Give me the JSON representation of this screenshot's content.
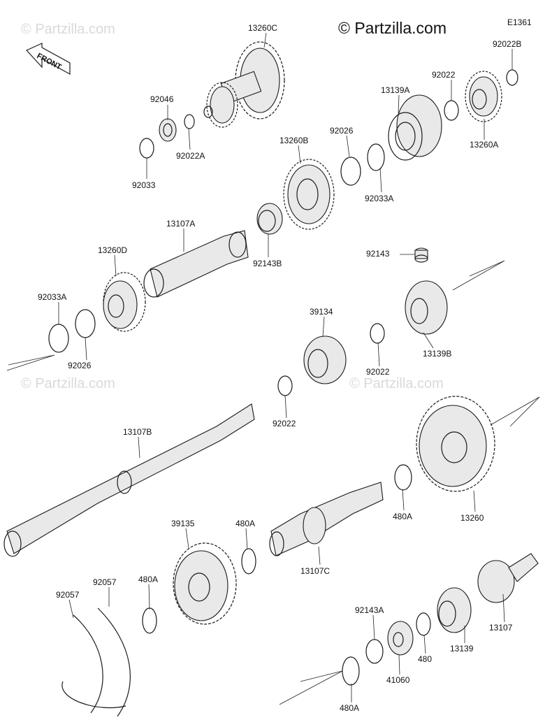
{
  "header": {
    "logo_text": "© Partzilla.com",
    "watermark_text": "© Partzilla.com",
    "diagram_code": "E1361",
    "front_label": "FRONT"
  },
  "parts": [
    {
      "id": "13260C"
    },
    {
      "id": "92046"
    },
    {
      "id": "92022A"
    },
    {
      "id": "92033"
    },
    {
      "id": "13139A"
    },
    {
      "id": "92022"
    },
    {
      "id": "92022B"
    },
    {
      "id": "13260A"
    },
    {
      "id": "92026"
    },
    {
      "id": "13260B"
    },
    {
      "id": "92033A"
    },
    {
      "id": "13107A"
    },
    {
      "id": "92143B"
    },
    {
      "id": "13260D"
    },
    {
      "id": "92033A"
    },
    {
      "id": "92026"
    },
    {
      "id": "92143"
    },
    {
      "id": "13139B"
    },
    {
      "id": "39134"
    },
    {
      "id": "92022"
    },
    {
      "id": "92022"
    },
    {
      "id": "13107B"
    },
    {
      "id": "13260"
    },
    {
      "id": "480A"
    },
    {
      "id": "39135"
    },
    {
      "id": "480A"
    },
    {
      "id": "13107C"
    },
    {
      "id": "92057"
    },
    {
      "id": "92057"
    },
    {
      "id": "480A"
    },
    {
      "id": "92143A"
    },
    {
      "id": "480"
    },
    {
      "id": "13139"
    },
    {
      "id": "13107"
    },
    {
      "id": "41060"
    },
    {
      "id": "480A"
    }
  ]
}
